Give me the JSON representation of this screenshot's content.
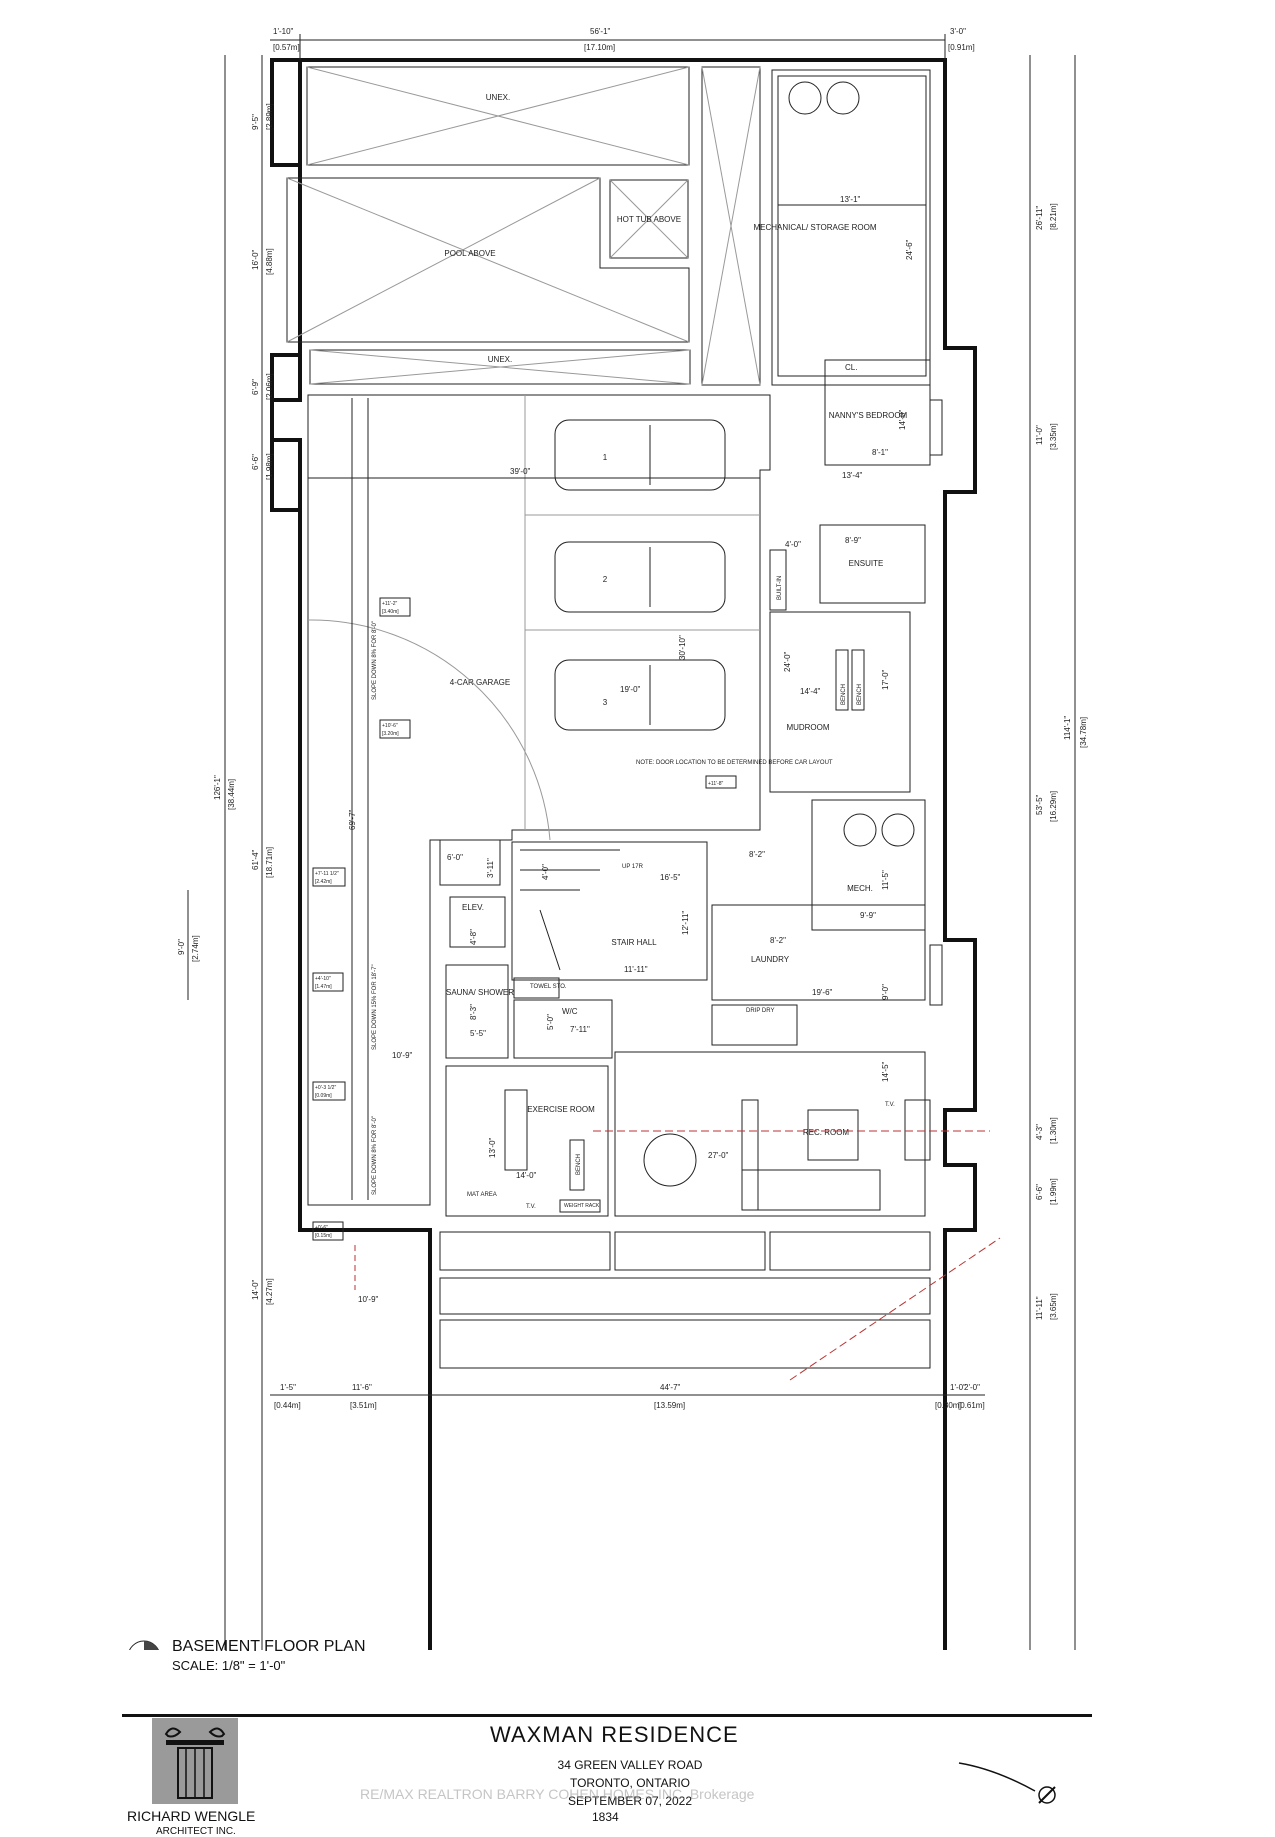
{
  "plan": {
    "title": "BASEMENT FLOOR PLAN",
    "scale": "SCALE: 1/8\" = 1'-0\""
  },
  "title_block": {
    "project": "WAXMAN RESIDENCE",
    "address_line1": "34 GREEN VALLEY ROAD",
    "address_line2": "TORONTO, ONTARIO",
    "date": "SEPTEMBER 07, 2022",
    "project_number": "1834",
    "firm_name": "RICHARD WENGLE",
    "firm_suffix": "ARCHITECT INC.",
    "watermark": "RE/MAX REALTRON BARRY COHEN HOMES INC. Brokerage"
  },
  "rooms": {
    "unex_top": "UNEX.",
    "unex_mid": "UNEX.",
    "pool": "POOL ABOVE",
    "hot_tub": "HOT TUB ABOVE",
    "mechanical": "MECHANICAL/ STORAGE ROOM",
    "cl": "CL.",
    "nanny": "NANNY'S BEDROOM",
    "ensuite": "ENSUITE",
    "built_in": "BUILT-IN",
    "garage": "4-CAR GARAGE",
    "car1": "1",
    "car2": "2",
    "car3": "3",
    "mudroom": "MUDROOM",
    "bench1": "BENCH",
    "bench2": "BENCH",
    "mech": "MECH.",
    "stair_hall": "STAIR HALL",
    "up": "UP 17R",
    "elev": "ELEV.",
    "laundry": "LAUNDRY",
    "drip_dry": "DRIP DRY",
    "sauna": "SAUNA/ SHOWER",
    "towel": "TOWEL STO.",
    "wc": "W/C",
    "exercise": "EXERCISE ROOM",
    "bench3": "BENCH",
    "mat": "MAT AREA",
    "weight": "WEIGHT RACK",
    "tv1": "T.V.",
    "tv2": "T.V.",
    "rec": "REC. ROOM",
    "note": "NOTE: DOOR LOCATION TO BE DETERMINED BEFORE CAR LAYOUT",
    "slope1": "SLOPE DOWN 8% FOR 8'-0\"",
    "slope2": "SLOPE DOWN 15% FOR 18'-7\"",
    "slope3": "SLOPE DOWN 8% FOR 8'-0\""
  },
  "dims": {
    "top_w1": "1'-10\"",
    "top_w1m": "[0.57m]",
    "top_total": "56'-1\"",
    "top_total_m": "[17.10m]",
    "top_w2": "3'-0\"",
    "top_w2m": "[0.91m]",
    "left_a": "9'-5\"",
    "left_am": "[2.89m]",
    "left_b": "16'-0\"",
    "left_bm": "[4.88m]",
    "left_c": "6'-9\"",
    "left_cm": "[2.06m]",
    "left_d": "6'-6\"",
    "left_dm": "[1.98m]",
    "left_total": "126'-1\"",
    "left_total_m": "[38.44m]",
    "left_e": "61'-4\"",
    "left_em": "[18.71m]",
    "left_f": "9'-0\"",
    "left_fm": "[2.74m]",
    "left_g": "14'-0\"",
    "left_gm": "[4.27m]",
    "right_a": "26'-11\"",
    "right_am": "[8.21m]",
    "right_b": "11'-0\"",
    "right_bm": "[3.35m]",
    "right_total": "114'-1\"",
    "right_total_m": "[34.78m]",
    "right_c": "53'-5\"",
    "right_cm": "[16.29m]",
    "right_d": "4'-3\"",
    "right_dm": "[1.30m]",
    "right_e": "6'-6\"",
    "right_em": "[1.99m]",
    "right_f": "11'-11\"",
    "right_fm": "[3.65m]",
    "bot_a": "1'-5\"",
    "bot_am": "[0.44m]",
    "bot_b": "11'-6\"",
    "bot_bm": "[3.51m]",
    "bot_total": "44'-7\"",
    "bot_total_m": "[13.59m]",
    "bot_c": "1'-0\"",
    "bot_cm": "[0.30m]",
    "bot_d": "2'-0\"",
    "bot_dm": "[0.61m]",
    "mech_w": "13'-1\"",
    "mech_h": "24'-6\"",
    "nanny_h": "14'-0\"",
    "nanny_w": "8'-1\"",
    "nanny_w2": "13'-4\"",
    "garage_w": "39'-0\"",
    "ens_a": "4'-0\"",
    "ens_b": "8'-9\"",
    "mud_w": "14'-4\"",
    "mud_h": "17'-0\"",
    "mud_h2": "24'-0\"",
    "car_w": "19'-0\"",
    "car_h": "30'-10\"",
    "ramp_l": "69'-7\"",
    "ramp_w": "10'-9\"",
    "ramp_w2": "10'-9\"",
    "elev_w": "6'-0\"",
    "elev_h": "3'-11\"",
    "elev_h2": "4'-8\"",
    "stair_a": "16'-5\"",
    "stair_b": "4'-0\"",
    "stair_c": "12'-11\"",
    "stair_d": "11'-11\"",
    "mech2_a": "8'-2\"",
    "mech2_b": "11'-5\"",
    "mech2_c": "9'-9\"",
    "laundry_a": "8'-2\"",
    "laundry_b": "19'-6\"",
    "laundry_c": "9'-0\"",
    "sauna_a": "8'-3\"",
    "sauna_b": "5'-5\"",
    "wc_a": "5'-0\"",
    "wc_b": "7'-11\"",
    "ex_h": "13'-0\"",
    "ex_w": "14'-0\"",
    "rec_w": "27'-0\"",
    "rec_h": "14'-5\"",
    "elv_1": "+11'-2\"",
    "elv_1m": "[3.40m]",
    "elv_2": "+10'-6\"",
    "elv_2m": "[3.20m]",
    "elv_3": "+11'-8\"",
    "elv_4": "+7'-11 1/2\"",
    "elv_4m": "[2.42m]",
    "elv_5": "+4'-10\"",
    "elv_5m": "[1.47m]",
    "elv_6": "+0'-3 1/2\"",
    "elv_6m": "[0.09m]",
    "elv_7": "+0'-6\"",
    "elv_7m": "[0.15m]"
  }
}
